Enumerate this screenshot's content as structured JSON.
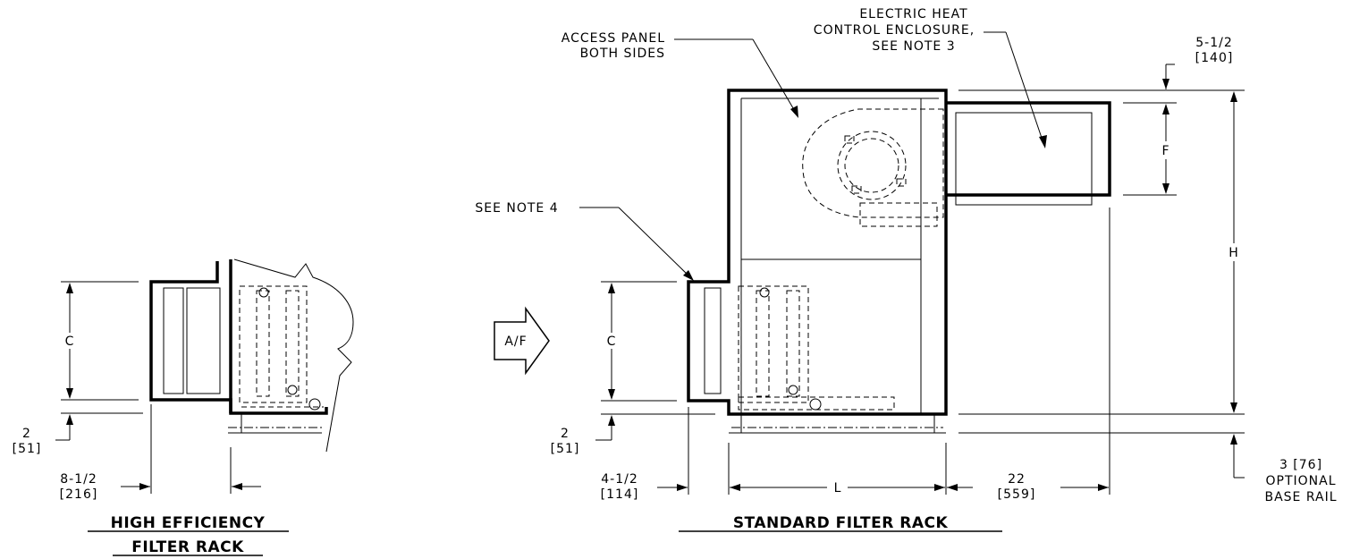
{
  "labels": {
    "access_panel_1": "ACCESS PANEL",
    "access_panel_2": "BOTH SIDES",
    "elec_heat_1": "ELECTRIC HEAT",
    "elec_heat_2": "CONTROL ENCLOSURE,",
    "elec_heat_3": "SEE NOTE 3",
    "see_note_4": "SEE NOTE 4",
    "dim_5_1_2": "5-1/2",
    "dim_140": "[140]",
    "dim_F": "F",
    "dim_H": "H",
    "dim_C_left": "C",
    "dim_C_right": "C",
    "dim_2_left": "2",
    "dim_51_left": "[51]",
    "dim_2_right": "2",
    "dim_51_right": "[51]",
    "dim_8_1_2": "8-1/2",
    "dim_216": "[216]",
    "dim_4_1_2": "4-1/2",
    "dim_114": "[114]",
    "dim_L": "L",
    "dim_22": "22",
    "dim_559": "[559]",
    "dim_3_76": "3 [76]",
    "optional": "OPTIONAL",
    "base_rail": "BASE RAIL",
    "airflow": "A/F"
  },
  "titles": {
    "high_eff_1": "HIGH EFFICIENCY",
    "high_eff_2": "FILTER RACK",
    "standard": "STANDARD FILTER RACK"
  }
}
